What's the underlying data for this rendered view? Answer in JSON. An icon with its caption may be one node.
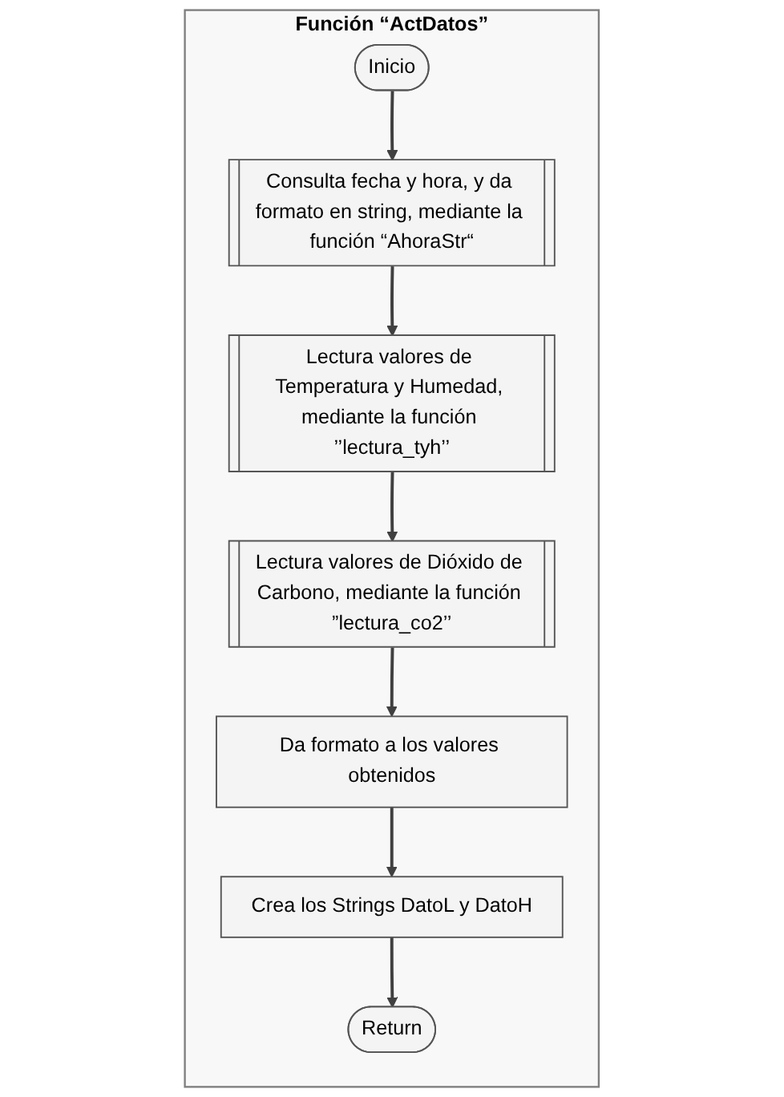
{
  "diagram": {
    "nodes": [
      {
        "text": [
          "Función “ActDatos”"
        ]
      },
      {
        "text": [
          "Inicio"
        ],
        "in": 0
      },
      {
        "text": [
          "Consulta fecha y hora, y da formato en string, mediante la función “AhoraStr“"
        ],
        "in": 0
      },
      {
        "text": [
          "Lectura valores de Temperatura y Humedad, mediante la función ’’lectura_tyh’’"
        ],
        "in": 0
      },
      {
        "text": [
          "Lectura valores de Dióxido de Carbono, mediante la función ”lectura_co2’’"
        ],
        "in": 0
      },
      {
        "text": [
          "Da formato a los valores obtenidos"
        ],
        "in": 0
      },
      {
        "text": [
          "Crea los Strings DatoL y DatoH"
        ],
        "in": 0
      },
      {
        "text": [
          "Return"
        ],
        "in": 0
      }
    ],
    "edges": [
      {
        "from": 1,
        "to": 2,
        "arrow": "to"
      },
      {
        "from": 2,
        "to": 3,
        "arrow": "to"
      },
      {
        "from": 3,
        "to": 4,
        "arrow": "to"
      },
      {
        "from": 4,
        "to": 5,
        "arrow": "to"
      },
      {
        "from": 5,
        "to": 6,
        "arrow": "to"
      },
      {
        "from": 6,
        "to": 7,
        "arrow": "to"
      }
    ]
  }
}
